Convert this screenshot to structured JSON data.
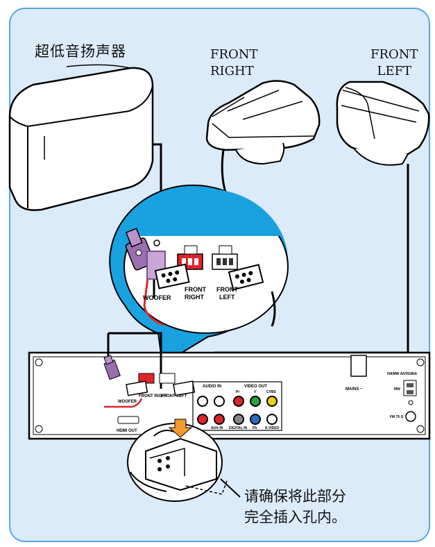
{
  "colors": {
    "panel_bg": "#dcebfa",
    "panel_border": "#55a7e3",
    "zoom_bubble": "#19a2df",
    "purple_plug": "#9a6fb0",
    "red_jack": "#e0242b",
    "yellow_jack": "#e8d21e",
    "green_jack": "#2e9e3e",
    "blue_jack": "#2a6fbf"
  },
  "labels": {
    "subwoofer": "超低音扬声器",
    "front_right": [
      "FRONT",
      "RIGHT"
    ],
    "front_left": [
      "FRONT",
      "LEFT"
    ],
    "note": [
      "请确保将此部分",
      "完全插入孔内。"
    ]
  },
  "zoom_labels": {
    "woofer": "WOOFER",
    "fr1": "FRONT",
    "fr2": "RIGHT",
    "fl1": "FRONT",
    "fl2": "LEFT"
  },
  "panel_labels": {
    "audio_in": "AUDIO IN",
    "video_out": "VIDEO OUT",
    "pr": "Pr",
    "y": "Y",
    "cvbs": "CVBS",
    "pb": "Pb",
    "svideo": "S-VIDEO",
    "aux_in": "AUX-IN",
    "digital_in": "DIGITAL-IN",
    "hdmi_out": "HDMI OUT",
    "mains": "MAINS ~",
    "antenna": "FM/MW ANTENNA",
    "mw": "MW",
    "fm": "FM 75 Ω",
    "woofer": "WOOFER",
    "front_right": "FRONT RIGHT",
    "front_left": "FRONT LEFT"
  },
  "icons": [
    "speaker-cable-plug-icon",
    "insertion-arrow-icon"
  ]
}
